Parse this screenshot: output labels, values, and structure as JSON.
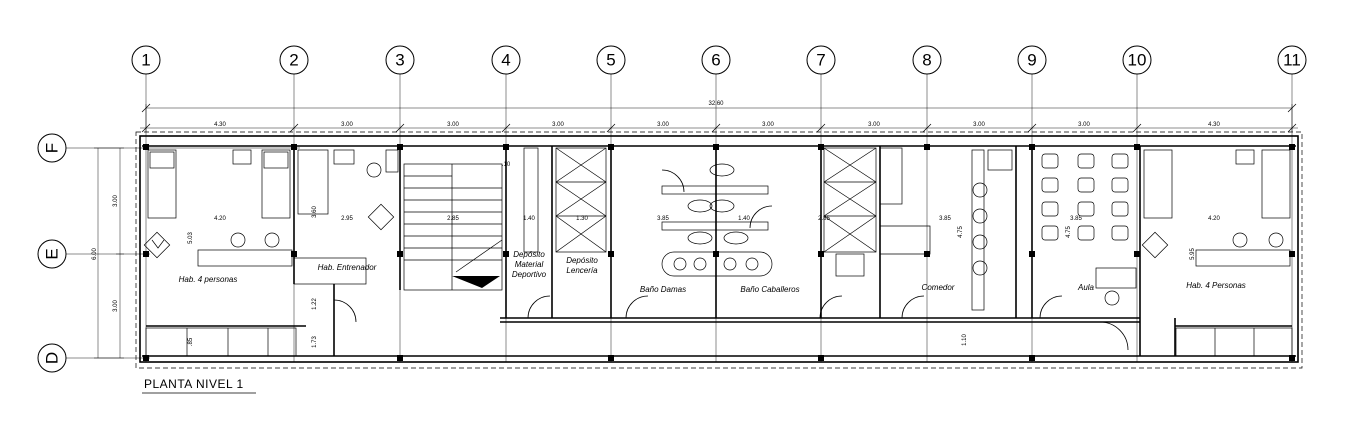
{
  "plan_title": "PLANTA NIVEL 1",
  "grid_columns": [
    "1",
    "2",
    "3",
    "4",
    "5",
    "6",
    "7",
    "8",
    "9",
    "10",
    "11"
  ],
  "grid_rows": [
    "F",
    "E",
    "D"
  ],
  "dimensions": {
    "overall": "32.60",
    "bays": [
      "4.30",
      "3.00",
      "3.00",
      "3.00",
      "3.00",
      "3.00",
      "3.00",
      "3.00",
      "3.00",
      "4.30"
    ],
    "room_widths": [
      "4.20",
      "2.95",
      "2.85",
      "1.40",
      "1.30",
      "3.85",
      "1.40",
      "2.85",
      "3.85",
      "3.85",
      "4.20"
    ],
    "vertical_left": [
      "3.00",
      "6.00",
      "3.00"
    ],
    "misc": [
      ".10",
      "3.60",
      "5.03",
      "1.22",
      "1.73",
      ".85",
      "4.75",
      "1.10",
      "4.75",
      "5.95"
    ]
  },
  "rooms": {
    "hab_left": "Hab. 4 personas",
    "hab_entrenador": "Hab. Entrenador",
    "deposito_material": "Depósito Material Deportivo",
    "deposito_lenceria": "Depósito Lencería",
    "bano_damas": "Baño Damas",
    "bano_caballeros": "Baño Caballeros",
    "comedor": "Comedor",
    "aula": "Aula",
    "hab_right": "Hab. 4 Personas"
  }
}
